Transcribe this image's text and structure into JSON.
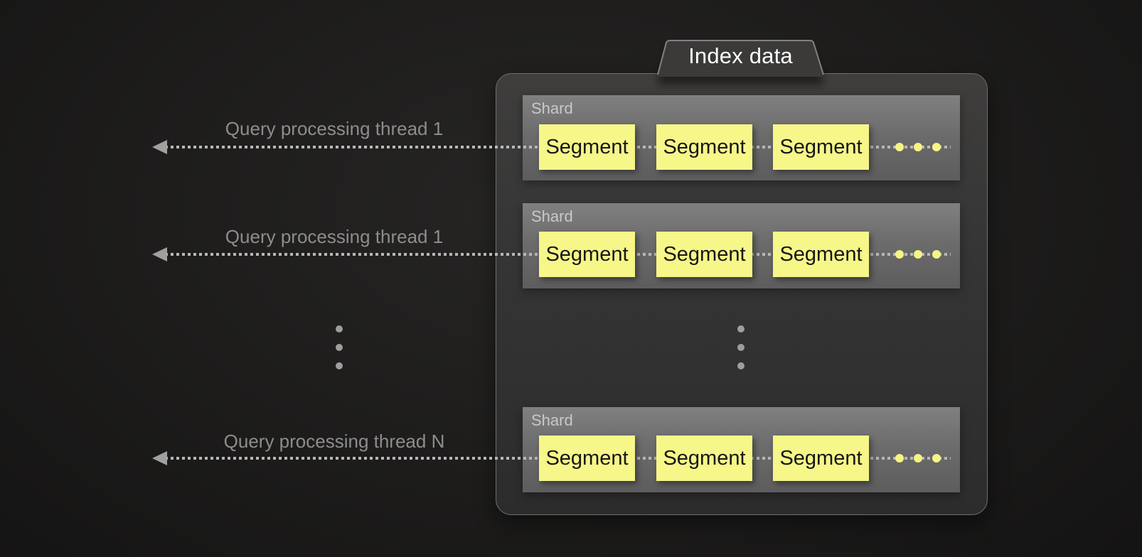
{
  "diagram": {
    "title": "Index data",
    "threads": [
      {
        "label": "Query processing thread 1"
      },
      {
        "label": "Query processing thread 1"
      },
      {
        "label": "Query processing thread N"
      }
    ],
    "shards": [
      {
        "label": "Shard",
        "segments": [
          "Segment",
          "Segment",
          "Segment"
        ]
      },
      {
        "label": "Shard",
        "segments": [
          "Segment",
          "Segment",
          "Segment"
        ]
      },
      {
        "label": "Shard",
        "segments": [
          "Segment",
          "Segment",
          "Segment"
        ]
      }
    ],
    "colors": {
      "background": "#1d1c1b",
      "container_fill": "#363535",
      "container_border": "#6f6f6f",
      "shard_fill": "#6e6e6e",
      "shard_label_text": "#c9c9c9",
      "segment_fill": "#f6f689",
      "segment_text": "#171717",
      "thread_label_text": "#8d8d8d",
      "arrow_and_dots": "#a0a0a0",
      "yellow_dot": "#f5f584",
      "title_text": "#ffffff"
    }
  }
}
